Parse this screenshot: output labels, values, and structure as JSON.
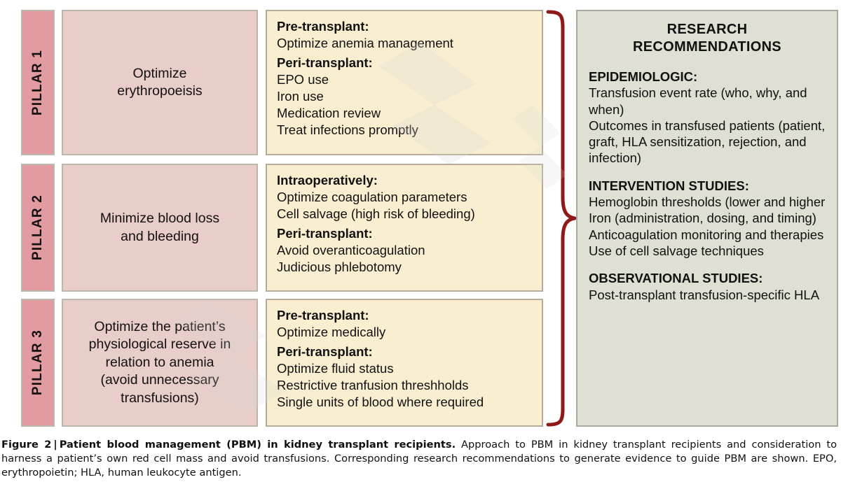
{
  "figure": {
    "colors": {
      "pillar_tab": "#e39ba2",
      "pink_box": "#e8cdc9",
      "cream_box": "#f9eed0",
      "panel_gray": "#dfdfd3",
      "brace_red": "#8f1818",
      "border_gray": "#bdb6ad"
    },
    "rows": [
      {
        "pillar_label": "PILLAR 1",
        "summary": [
          "Optimize",
          "erythropoeisis"
        ],
        "details": [
          {
            "bold": true,
            "text": "Pre-transplant:"
          },
          {
            "bold": false,
            "text": "Optimize anemia management"
          },
          {
            "bold": true,
            "text": "Peri-transplant:"
          },
          {
            "bold": false,
            "text": "EPO use"
          },
          {
            "bold": false,
            "text": "Iron use"
          },
          {
            "bold": false,
            "text": "Medication review"
          },
          {
            "bold": false,
            "text": "Treat infections promptly"
          }
        ]
      },
      {
        "pillar_label": "PILLAR 2",
        "summary": [
          "Minimize blood loss",
          "and bleeding"
        ],
        "details": [
          {
            "bold": true,
            "text": "Intraoperatively:"
          },
          {
            "bold": false,
            "text": "Optimize coagulation parameters"
          },
          {
            "bold": false,
            "text": "Cell salvage (high risk of bleeding)"
          },
          {
            "bold": true,
            "text": "Peri-transplant:"
          },
          {
            "bold": false,
            "text": "Avoid overanticoagulation"
          },
          {
            "bold": false,
            "text": "Judicious phlebotomy"
          }
        ]
      },
      {
        "pillar_label": "PILLAR 3",
        "summary": [
          "Optimize the patient’s",
          "physiological reserve in",
          "relation to anemia",
          "(avoid unnecessary",
          "transfusions)"
        ],
        "details": [
          {
            "bold": true,
            "text": "Pre-transplant:"
          },
          {
            "bold": false,
            "text": "Optimize medically"
          },
          {
            "bold": true,
            "text": "Peri-transplant:"
          },
          {
            "bold": false,
            "text": "Optimize fluid status"
          },
          {
            "bold": false,
            "text": "Restrictive tranfusion threshholds"
          },
          {
            "bold": false,
            "text": "Single units of blood where required"
          }
        ]
      }
    ],
    "recommendations": {
      "title_line1": "RESEARCH",
      "title_line2": "RECOMMENDATIONS",
      "sections": [
        {
          "heading": "EPIDEMIOLOGIC:",
          "items": [
            "Transfusion event rate (who, why, and when)",
            "Outcomes in transfused patients (patient, graft, HLA sensitization, rejection, and infection)"
          ]
        },
        {
          "heading": "INTERVENTION STUDIES:",
          "items": [
            "Hemoglobin thresholds (lower and higher",
            "Iron (administration, dosing, and timing)",
            "Anticoagulation monitoring and therapies",
            "Use of cell salvage techniques"
          ]
        },
        {
          "heading": "OBSERVATIONAL STUDIES:",
          "items": [
            "Post-transplant transfusion-specific HLA"
          ]
        }
      ]
    }
  },
  "caption": {
    "label": "Figure 2",
    "separator": "|",
    "bold_title": "Patient blood management (PBM) in kidney transplant recipients.",
    "body": "Approach to PBM in kidney transplant recipients and consideration to harness a patient’s own red cell mass and avoid transfusions. Corresponding research recommendations to generate evidence to guide PBM are shown. EPO, erythropoietin; HLA, human leukocyte antigen."
  }
}
